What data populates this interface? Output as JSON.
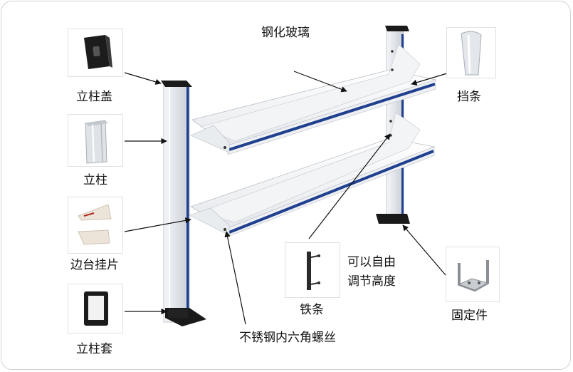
{
  "title": "钢化玻璃",
  "parts": {
    "post_cap": "立柱盖",
    "post": "立柱",
    "edge_bracket": "边台挂片",
    "post_sleeve": "立柱套",
    "stop_strip": "挡条",
    "iron_strip": "铁条",
    "adjustable_line1": "可以自由",
    "adjustable_line2": "调节高度",
    "fixing_piece": "固定件",
    "screw": "不锈钢内六角螺丝"
  },
  "colors": {
    "frame": "#d2d2d2",
    "aluminum": "#e6e9ee",
    "blue_strip": "#1f3f8f",
    "cap": "#1a1a1a",
    "leader": "#111111"
  }
}
